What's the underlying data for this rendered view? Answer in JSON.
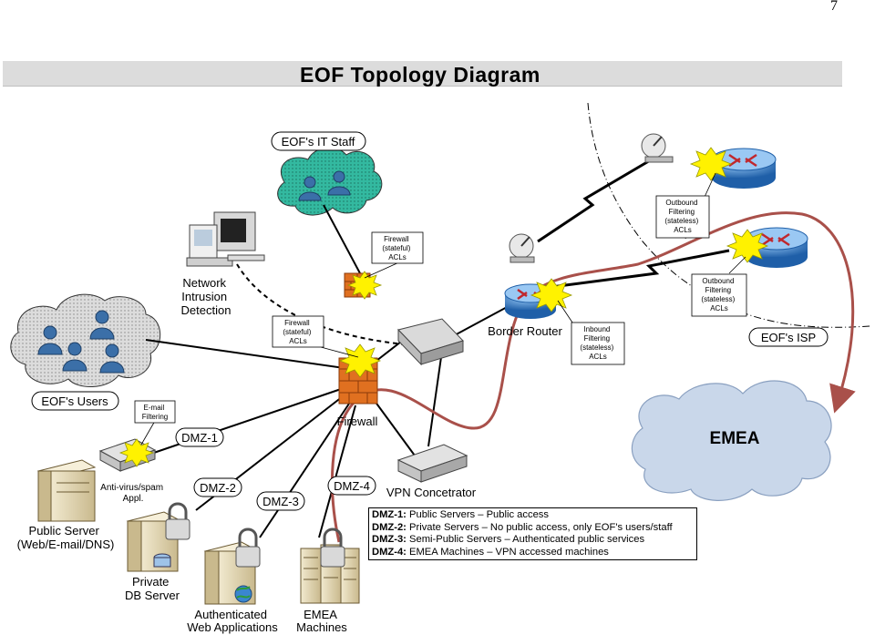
{
  "page_number": "7",
  "title": "EOF Topology Diagram",
  "clouds": {
    "it_staff": "EOF's IT Staff",
    "users": "EOF's Users",
    "isp": "EOF's ISP",
    "emea": "EMEA"
  },
  "devices": {
    "nids": [
      "Network",
      "Intrusion",
      "Detection"
    ],
    "border_router": "Border Router",
    "firewall": "Firewall",
    "vpn": "VPN Concetrator",
    "public_server": [
      "Public Server",
      "(Web/E-mail/DNS)"
    ],
    "private_db": [
      "Private",
      "DB Server"
    ],
    "auth_web": [
      "Authenticated",
      "Web Applications"
    ],
    "emea_machines": [
      "EMEA",
      "Machines"
    ]
  },
  "callouts": {
    "firewall_stateful_top": [
      "Firewall",
      "(stateful)",
      "ACLs"
    ],
    "firewall_stateful_left": [
      "Firewall",
      "(stateful)",
      "ACLs"
    ],
    "inbound": [
      "Inbound",
      "Filtering",
      "(stateless)",
      "ACLs"
    ],
    "outbound_top": [
      "Outbound",
      "Filtering",
      "(stateless)",
      "ACLs"
    ],
    "outbound_mid": [
      "Outbound",
      "Filtering",
      "(stateless)",
      "ACLs"
    ],
    "email_filtering": [
      "E-mail",
      "Filtering"
    ],
    "antivirus": [
      "Anti-virus/spam",
      "Appl."
    ]
  },
  "zones": {
    "dmz1": "DMZ-1",
    "dmz2": "DMZ-2",
    "dmz3": "DMZ-3",
    "dmz4": "DMZ-4"
  },
  "legend": [
    {
      "key": "DMZ-1:",
      "text": " Public Servers – Public access"
    },
    {
      "key": "DMZ-2:",
      "text": " Private Servers – No public access, only EOF's users/staff"
    },
    {
      "key": "DMZ-3:",
      "text": " Semi-Public Servers – Authenticated public services"
    },
    {
      "key": "DMZ-4:",
      "text": " EMEA Machines – VPN accessed machines"
    }
  ],
  "colors": {
    "it_staff_cloud": "#33b9a0",
    "users_cloud": "#dcdcdc",
    "emea_cloud": "#c9d7ea",
    "vpn_path": "#a9504a",
    "star": "#fff200",
    "firewall": "#e07020",
    "router": "#3d7fc1"
  }
}
